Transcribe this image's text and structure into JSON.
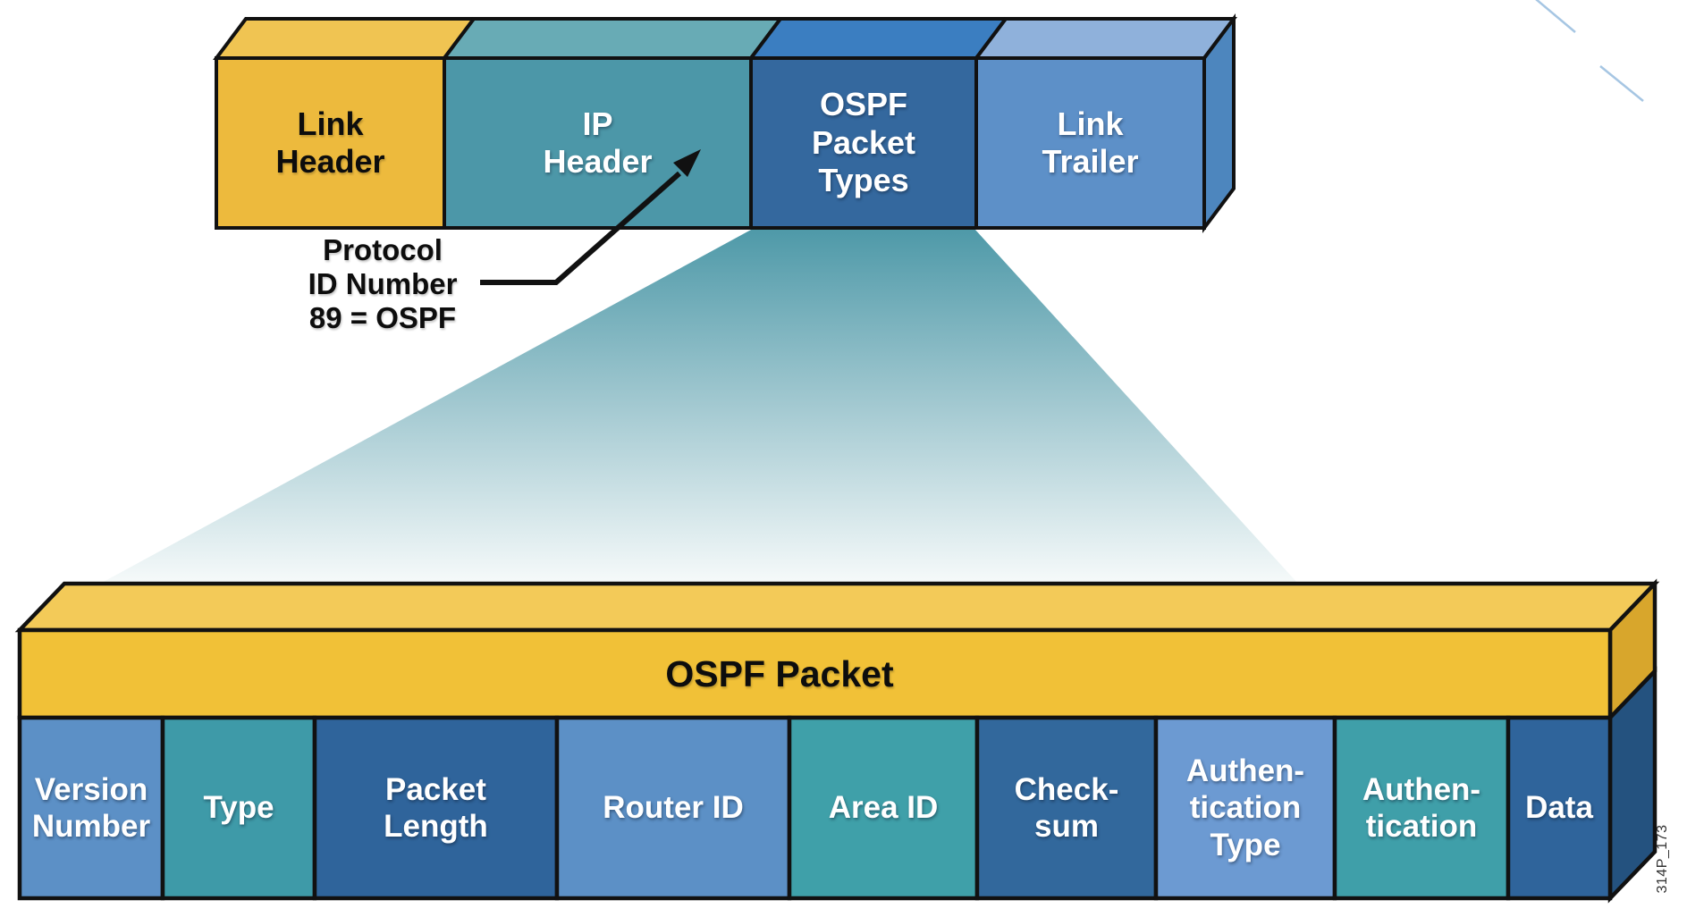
{
  "figure": {
    "description": "OSPF packet encapsulation diagram",
    "caption": "314P_173"
  },
  "palette": {
    "background": "#FFFFFF",
    "outline": "#111111",
    "arrow": "#111111",
    "funnel_top": "#4E99A8",
    "funnel_mid": "#A3C9D1",
    "funnel_bottom": "#F6FAFA",
    "decor_line": "#A6C6E3"
  },
  "encapsulation_bar": {
    "side_color": "#4D86BE",
    "segments": [
      {
        "id": "link-header",
        "label": "Link\nHeader",
        "front": "#EDBA3D",
        "top": "#F0C452"
      },
      {
        "id": "ip-header",
        "label": "IP\nHeader",
        "front": "#4C97A8",
        "top": "#68ABB5"
      },
      {
        "id": "ospf-packet-types",
        "label": "OSPF\nPacket\nTypes",
        "front": "#34689E",
        "top": "#3B7EC1"
      },
      {
        "id": "link-trailer",
        "label": "Link\nTrailer",
        "front": "#5D90C8",
        "top": "#8FB1DB"
      }
    ]
  },
  "annotation": {
    "label": "Protocol\nID Number\n89 = OSPF"
  },
  "ospf_packet_bar": {
    "title": "OSPF Packet",
    "front": "#F1C137",
    "top": "#F3CA58",
    "side": "#D8A62C",
    "data_side": "#24527F",
    "fields": [
      {
        "label": "Version\nNumber",
        "color": "#5C90C6"
      },
      {
        "label": "Type",
        "color": "#3E9AA8"
      },
      {
        "label": "Packet\nLength",
        "color": "#2F649B"
      },
      {
        "label": "Router ID",
        "color": "#5C90C6"
      },
      {
        "label": "Area ID",
        "color": "#3FA0A9"
      },
      {
        "label": "Check-\nsum",
        "color": "#32689C"
      },
      {
        "label": "Authen-\ntication\nType",
        "color": "#6C9AD2"
      },
      {
        "label": "Authen-\ntication",
        "color": "#3F9FA9"
      },
      {
        "label": "Data",
        "color": "#2F649B"
      }
    ]
  }
}
